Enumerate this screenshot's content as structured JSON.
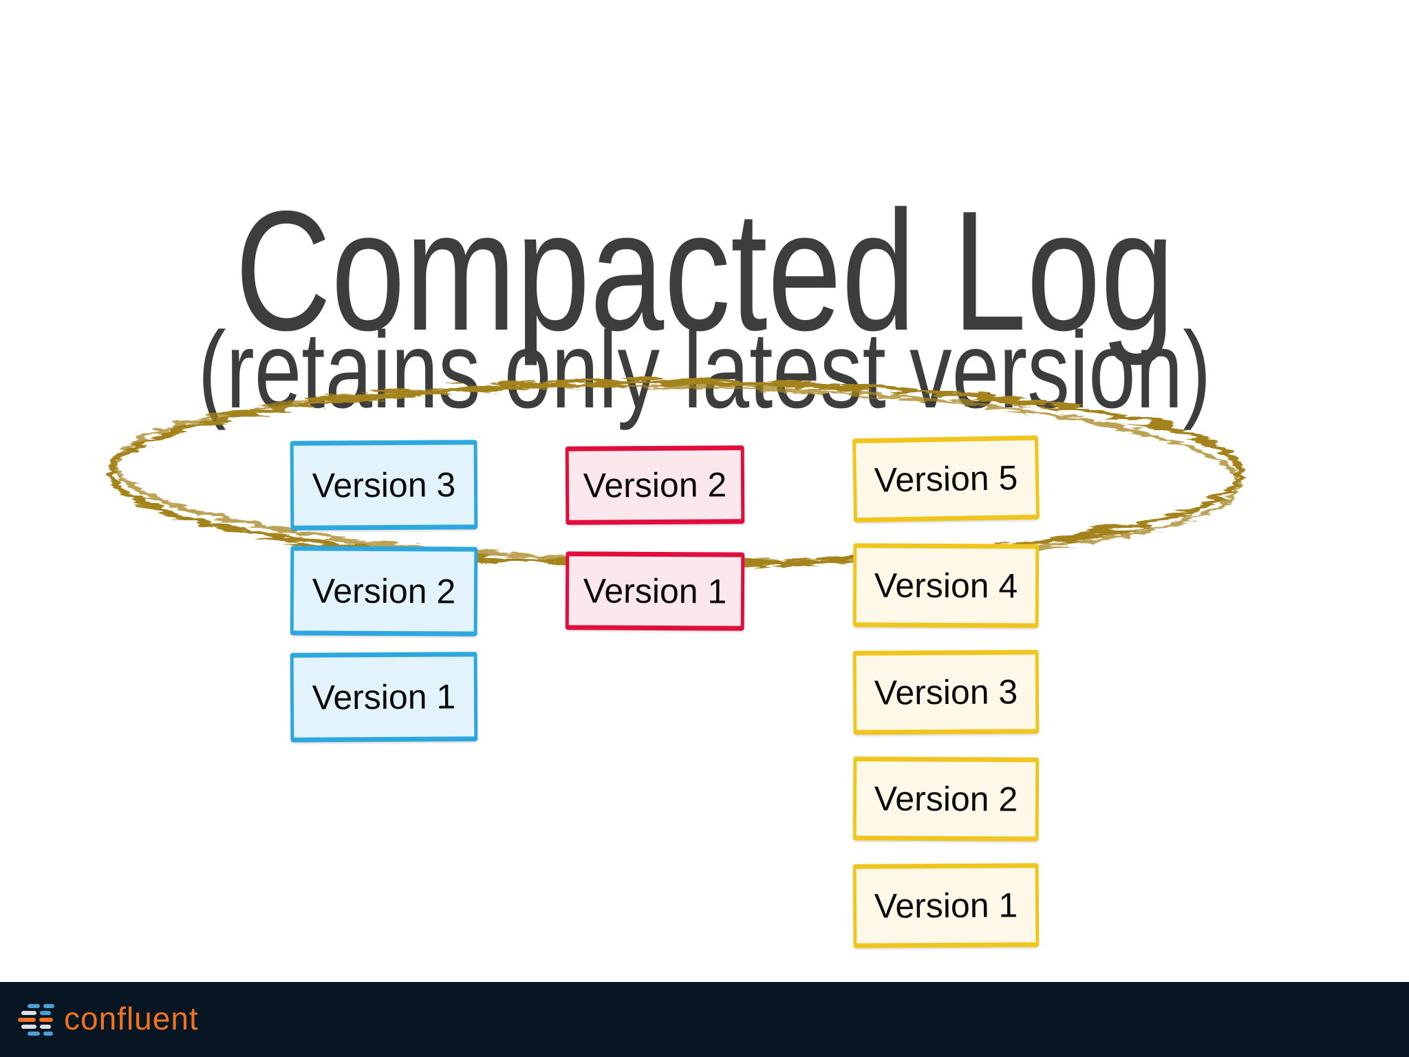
{
  "title": "Compacted Log",
  "subtitle": "(retains only latest version)",
  "text_color": "#3d3d3d",
  "box_text_color": "#0a0a0a",
  "columns": [
    {
      "id": "blue",
      "border_color": "#2da7de",
      "fill_color": "#e2f3fb",
      "boxes": [
        {
          "label": "Version 3"
        },
        {
          "label": "Version 2"
        },
        {
          "label": "Version 1"
        }
      ]
    },
    {
      "id": "red",
      "border_color": "#e00d3d",
      "fill_color": "#fbe8ed",
      "boxes": [
        {
          "label": "Version 2"
        },
        {
          "label": "Version 1"
        }
      ]
    },
    {
      "id": "yellow",
      "border_color": "#f0c51f",
      "fill_color": "#fdf8e7",
      "boxes": [
        {
          "label": "Version 5"
        },
        {
          "label": "Version 4"
        },
        {
          "label": "Version 3"
        },
        {
          "label": "Version 2"
        },
        {
          "label": "Version 1"
        }
      ]
    }
  ],
  "annotation": {
    "shape": "hand-drawn-ellipse",
    "meaning": "circles the latest (retained) version of each key",
    "color": "#a5831e"
  },
  "footer": {
    "background_color": "#081522",
    "logo_text": "confluent",
    "logo_text_color": "#ee7421",
    "logo_mark_colors": {
      "blue": "#4a9fd3",
      "white": "#dfe3e6",
      "orange": "#ee7421"
    }
  }
}
